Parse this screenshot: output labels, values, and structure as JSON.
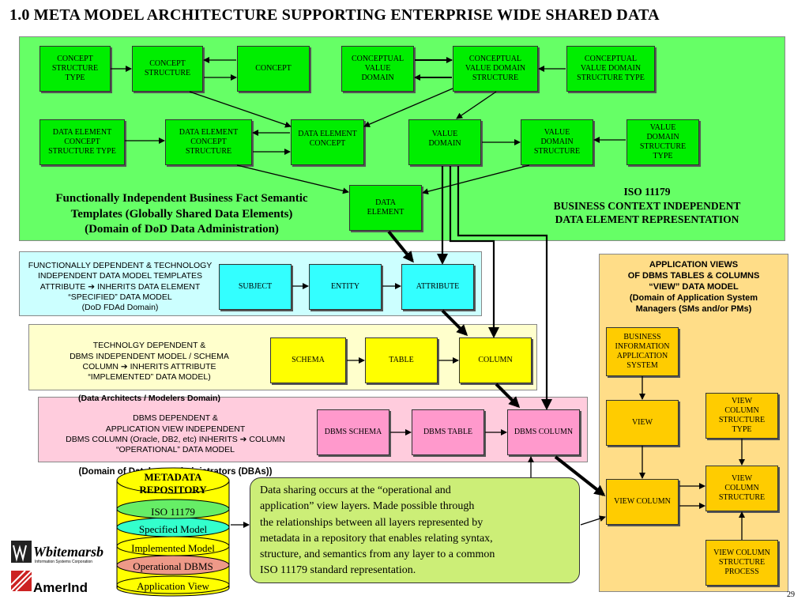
{
  "title": "1.0  META MODEL ARCHITECTURE SUPPORTING ENTERPRISE WIDE SHARED DATA",
  "colors": {
    "green_region": "#66ff66",
    "green_box": "#00ee00",
    "cyan_region": "#ccffff",
    "cyan_box": "#33ffff",
    "yellow_region": "#ffffcc",
    "yellow_box": "#ffff00",
    "pink_region": "#ffccdd",
    "pink_box": "#ff99cc",
    "app_region": "#ffdd88",
    "app_box": "#ffcc00",
    "share_note": "#ccee77"
  },
  "green_layer": {
    "boxes": {
      "concept_structure_type": "CONCEPT\nSTRUCTURE\nTYPE",
      "concept_structure": "CONCEPT\nSTRUCTURE",
      "concept": "CONCEPT",
      "conceptual_value_domain": "CONCEPTUAL\nVALUE\nDOMAIN",
      "conceptual_value_domain_structure": "CONCEPTUAL\nVALUE  DOMAIN\nSTRUCTURE",
      "conceptual_value_domain_structure_type": "CONCEPTUAL\nVALUE  DOMAIN\nSTRUCTURE TYPE",
      "data_element_concept_structure_type": "DATA ELEMENT\nCONCEPT\nSTRUCTURE TYPE",
      "data_element_concept_structure": "DATA ELEMENT\nCONCEPT\nSTRUCTURE",
      "data_element_concept": "DATA ELEMENT\nCONCEPT",
      "value_domain": "VALUE\nDOMAIN",
      "value_domain_structure": "VALUE\nDOMAIN\nSTRUCTURE",
      "value_domain_structure_type": "VALUE\nDOMAIN\nSTRUCTURE\nTYPE",
      "data_element": "DATA\nELEMENT"
    },
    "left_note": "Functionally Independent Business Fact Semantic\nTemplates (Globally Shared Data Elements)\n(Domain of  DoD Data Administration)",
    "right_note": "ISO 11179\nBUSINESS  CONTEXT  INDEPENDENT\nDATA  ELEMENT  REPRESENTATION"
  },
  "cyan_layer": {
    "label": "FUNCTIONALLY DEPENDENT & TECHNOLOGY\nINDEPENDENT DATA MODEL TEMPLATES\nATTRIBUTE  ➔ INHERITS DATA ELEMENT\n“SPECIFIED”  DATA MODEL\n(DoD FDAd Domain)",
    "boxes": {
      "subject": "SUBJECT",
      "entity": "ENTITY",
      "attribute": "ATTRIBUTE"
    }
  },
  "yellow_layer": {
    "label": "TECHNOLGY DEPENDENT  &\nDBMS INDEPENDENT MODEL / SCHEMA\nCOLUMN  ➔ INHERITS  ATTRIBUTE\n“IMPLEMENTED” DATA MODEL)",
    "label_bold": "(Data Architects / Modelers Domain)",
    "boxes": {
      "schema": "SCHEMA",
      "table": "TABLE",
      "column": "COLUMN"
    }
  },
  "pink_layer": {
    "label": "DBMS DEPENDENT &\nAPPLICATION VIEW INDEPENDENT\nDBMS  COLUMN (Oracle, DB2, etc) INHERITS ➔ COLUMN\n“OPERATIONAL”   DATA MODEL",
    "label_bold": "(Domain of Database Administrators (DBAs))",
    "boxes": {
      "dbms_schema": "DBMS SCHEMA",
      "dbms_table": "DBMS TABLE",
      "dbms_column": "DBMS COLUMN"
    }
  },
  "app_layer": {
    "label": "APPLICATION VIEWS\nOF DBMS TABLES &  COLUMNS\n“VIEW” DATA MODEL\n(Domain of Application System\nManagers (SMs and/or PMs)",
    "boxes": {
      "business_information_application_system": "BUSINESS\nINFORMATION\nAPPLICATION\nSYSTEM",
      "view": "VIEW",
      "view_column": "VIEW COLUMN",
      "view_column_structure_type": "VIEW\nCOLUMN\nSTRUCTURE\nTYPE",
      "view_column_structure": "VIEW\nCOLUMN\nSTRUCTURE",
      "view_column_structure_process": "VIEW COLUMN\nSTRUCTURE\nPROCESS"
    }
  },
  "repository": {
    "layers": [
      "METADATA\nREPOSITORY",
      "ISO 11179",
      "Specified Model",
      "Implemented Model",
      "Operational DBMS",
      "Application View"
    ],
    "colors": [
      "#ffff00",
      "#66ee66",
      "#33ffcc",
      "#ffff00",
      "#ee9988",
      "#ffff00"
    ]
  },
  "share_note": "Data sharing  occurs at the “operational and\n application” view layers.   Made possible through\nthe relationships between all layers represented by\nmetadata in a repository  that  enables relating syntax,\nstructure, and semantics from any layer to a common\n ISO 11179 standard representation.",
  "logos": {
    "whitemarsh": "Wbitemarsb",
    "whitemarsh_sub": "Information Systems Corporation",
    "amerind": "AmerInd"
  },
  "page_number": "29"
}
